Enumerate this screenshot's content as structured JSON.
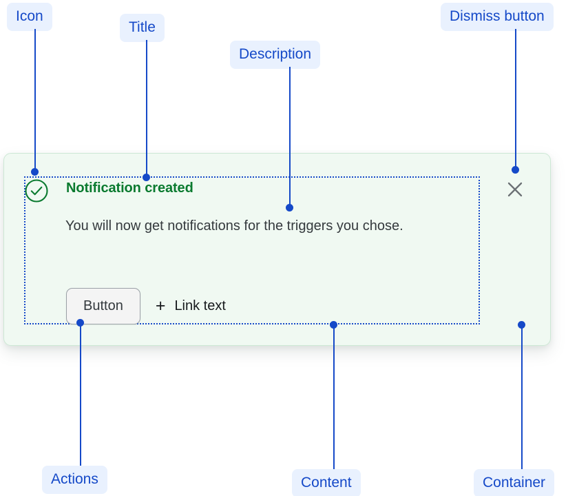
{
  "notification": {
    "status_icon": "check-circle-icon",
    "title": "Notification created",
    "description": "You will now get notifications for the triggers you chose.",
    "actions": {
      "button_label": "Button",
      "link_icon": "plus-icon",
      "link_label": "Link text"
    },
    "dismiss_icon": "close-icon"
  },
  "annotations": [
    {
      "label": "Icon"
    },
    {
      "label": "Title"
    },
    {
      "label": "Description"
    },
    {
      "label": "Dismiss button"
    },
    {
      "label": "Actions"
    },
    {
      "label": "Content"
    },
    {
      "label": "Container"
    }
  ],
  "colors": {
    "annotation_text": "#1549C8",
    "annotation_background": "#E9F1FE",
    "container_background": "#F0F9F2",
    "container_border": "#CDE8D5",
    "title_text": "#0A7A2F",
    "icon_green": "#0A7A2F",
    "description_text": "#34393D",
    "dismiss_icon": "#6B7074",
    "button_background": "#F4F4F4",
    "button_border": "#9AA0A6"
  }
}
